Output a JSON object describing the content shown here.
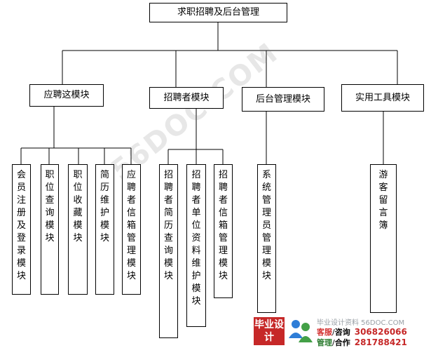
{
  "root": "求职招聘及后台管理",
  "modules": [
    {
      "label": "应聘这模块",
      "children": [
        "会员注册及登录模块",
        "职位查询模块",
        "职位收藏模块",
        "简历维护模块",
        "应聘者信箱管理模块"
      ]
    },
    {
      "label": "招聘者模块",
      "children": [
        "招聘者简历查询模块",
        "招聘者单位资料维护模块",
        "招聘者信箱管理模块"
      ]
    },
    {
      "label": "后台管理模块",
      "children": [
        "系统管理员管理模块"
      ]
    },
    {
      "label": "实用工具模块",
      "children": [
        "游客留言簿"
      ]
    }
  ],
  "watermark": {
    "text": "56DOC.COM"
  },
  "footer": {
    "logo_text": "毕业设计",
    "site": "毕业设计资料 56DOC.COM",
    "service_label": "客服",
    "service_action": "咨询",
    "service_number": "306826066",
    "manage_label": "管理",
    "manage_action": "合作",
    "manage_number": "281788421",
    "colors": {
      "brand_red": "#c62828",
      "grey": "#9aa0a6"
    }
  }
}
